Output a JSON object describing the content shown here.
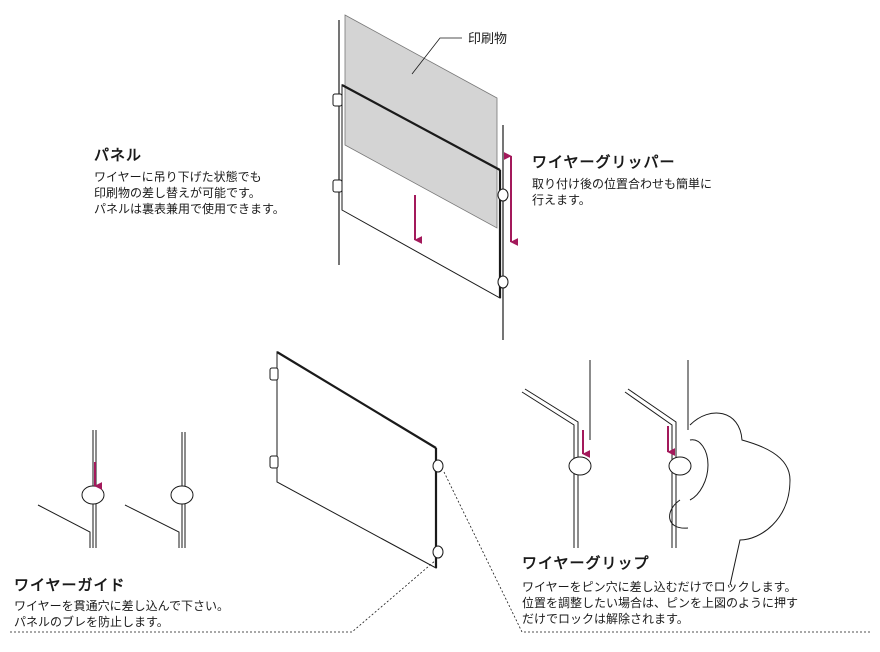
{
  "label_print": "印刷物",
  "panel": {
    "title": "パネル",
    "lines": [
      "ワイヤーに吊り下げた状態でも",
      "印刷物の差し替えが可能です。",
      "パネルは裏表兼用で使用できます。"
    ]
  },
  "gripper": {
    "title": "ワイヤーグリッパー",
    "lines": [
      "取り付け後の位置合わせも簡単に",
      "行えます。"
    ]
  },
  "guide": {
    "title": "ワイヤーガイド",
    "lines": [
      "ワイヤーを貫通穴に差し込んで下さい。",
      "パネルのブレを防止します。"
    ]
  },
  "grip": {
    "title": "ワイヤーグリップ",
    "lines": [
      "ワイヤーをピン穴に差し込むだけでロックします。",
      "位置を調整したい場合は、ピンを上図のように押す",
      "だけでロックは解除されます。"
    ]
  },
  "colors": {
    "arrow": "#a3195b",
    "print_fill": "#d4d4d4",
    "line": "#1a1a1a"
  }
}
